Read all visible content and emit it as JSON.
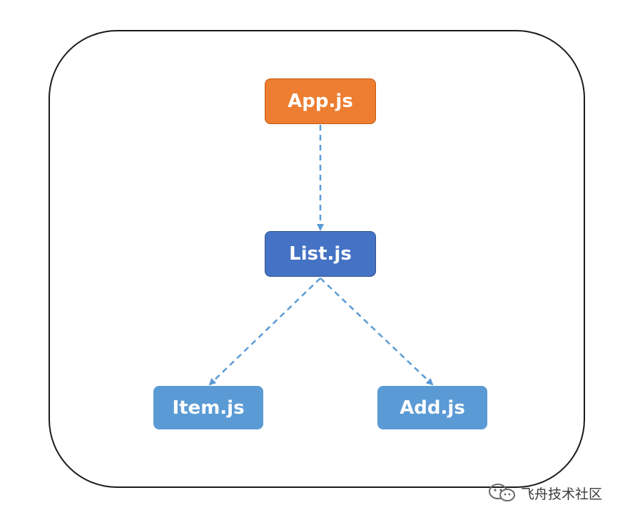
{
  "diagram": {
    "nodes": {
      "app": {
        "label": "App.js",
        "color": "#ed7d31"
      },
      "list": {
        "label": "List.js",
        "color": "#4472c4"
      },
      "item": {
        "label": "Item.js",
        "color": "#5b9bd5"
      },
      "add": {
        "label": "Add.js",
        "color": "#5b9bd5"
      }
    },
    "edges": [
      {
        "from": "App.js",
        "to": "List.js",
        "style": "dashed-arrow"
      },
      {
        "from": "List.js",
        "to": "Item.js",
        "style": "dashed-arrow"
      },
      {
        "from": "List.js",
        "to": "Add.js",
        "style": "dashed-arrow"
      }
    ],
    "edge_color": "#5b9bd5"
  },
  "watermark": {
    "icon": "wechat-icon",
    "text": "飞舟技术社区"
  }
}
